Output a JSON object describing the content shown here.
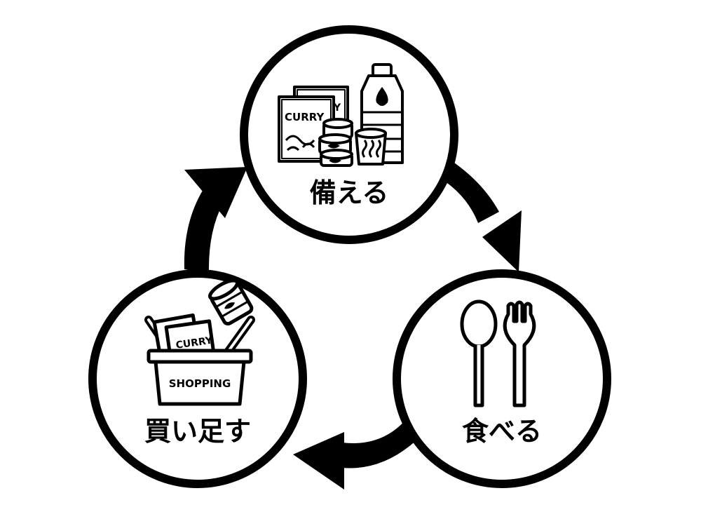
{
  "diagram": {
    "type": "cycle",
    "nodes": [
      {
        "id": "prepare",
        "label": "備える",
        "package_text_1": "CURRY",
        "package_text_2": "RY",
        "icon": "stockpile-icon"
      },
      {
        "id": "eat",
        "label": "食べる",
        "icon": "spoon-fork-icon"
      },
      {
        "id": "restock",
        "label": "買い足す",
        "basket_text": "SHOPPING",
        "package_text": "CURRY",
        "icon": "shopping-basket-icon"
      }
    ],
    "edges": [
      {
        "from": "prepare",
        "to": "eat"
      },
      {
        "from": "eat",
        "to": "restock"
      },
      {
        "from": "restock",
        "to": "prepare"
      }
    ],
    "colors": {
      "stroke": "#000000",
      "background": "#ffffff"
    }
  }
}
